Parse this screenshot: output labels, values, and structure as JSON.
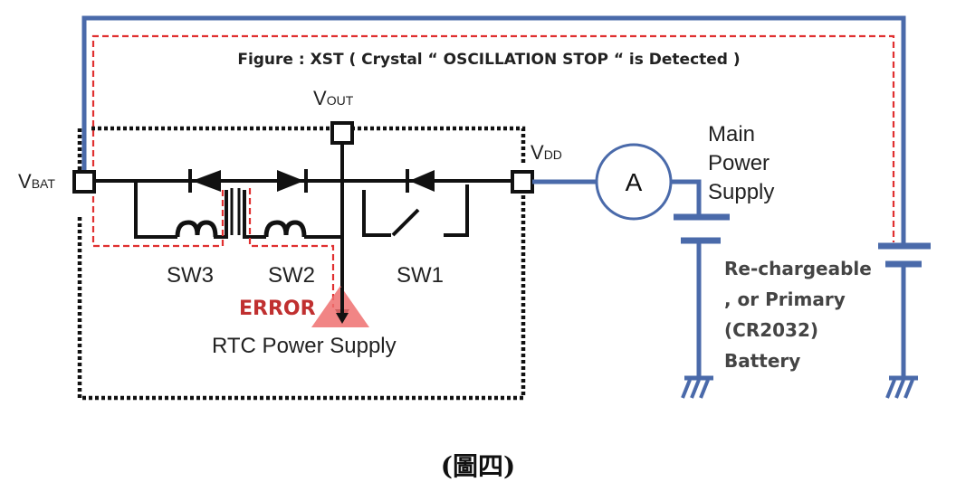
{
  "figure_title": "Figure : XST ( Crystal “ OSCILLATION STOP “ is Detected )",
  "labels": {
    "vbat_main": "V",
    "vbat_sub": "BAT",
    "vout_main": "V",
    "vout_sub": "OUT",
    "vdd_main": "V",
    "vdd_sub": "DD",
    "ammeter": "A",
    "sw1": "SW1",
    "sw2": "SW2",
    "sw3": "SW3",
    "error": "ERROR",
    "rtc_power_supply": "RTC Power Supply",
    "main_power_supply": [
      "Main",
      "Power",
      "Supply"
    ],
    "battery": [
      "Re-chargeable",
      ", or Primary",
      "(CR2032)",
      "Battery"
    ]
  },
  "caption": "(圖四)",
  "colors": {
    "blue_wire": "#4a6aaa",
    "red_dashed": "#e03030",
    "error_text": "#c03030",
    "triangle": "#ee7070",
    "black": "#111111",
    "ammeter_border": "#4a6aaa"
  }
}
